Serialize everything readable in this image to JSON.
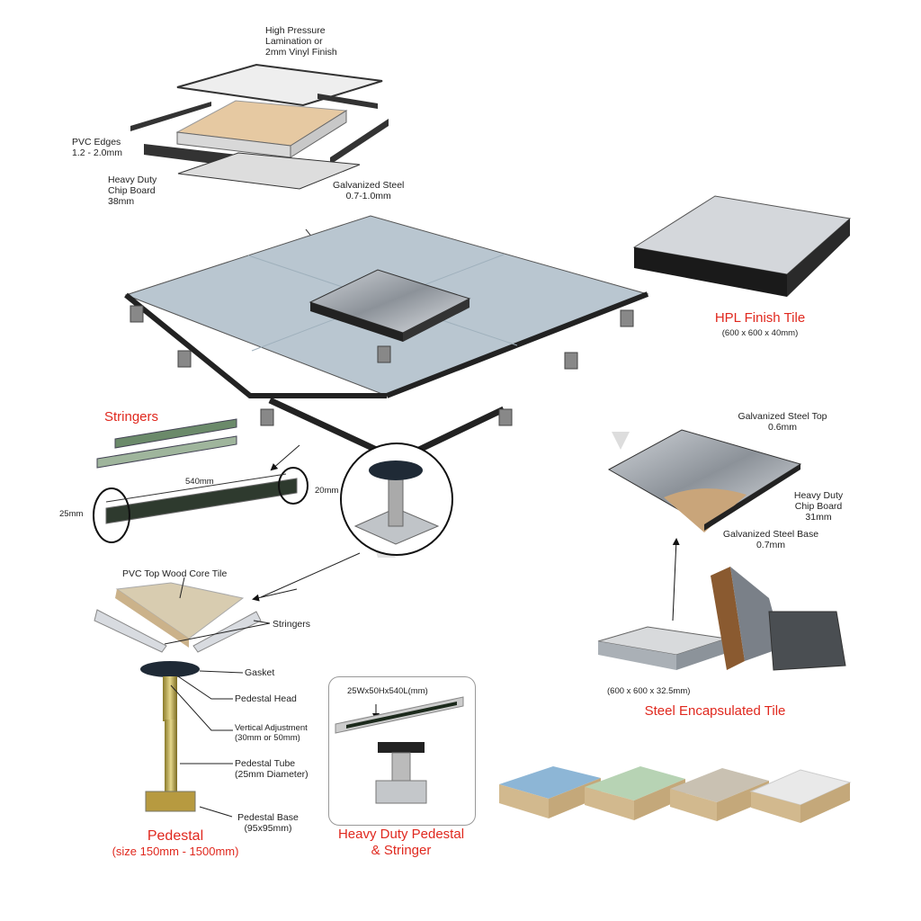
{
  "exploded_tile": {
    "hpl_layer": [
      "High Pressure",
      "Lamination or",
      "2mm Vinyl Finish"
    ],
    "pvc_edges": [
      "PVC Edges",
      "1.2 - 2.0mm"
    ],
    "chip_board": [
      "Heavy Duty",
      "Chip Board",
      "38mm"
    ],
    "galvanized_steel": [
      "Galvanized Steel",
      "0.7-1.0mm"
    ]
  },
  "hpl_tile": {
    "title": "HPL Finish Tile",
    "size": "(600 x 600 x 40mm)"
  },
  "stringers": {
    "title": "Stringers",
    "length": "540mm",
    "height_a": "25mm",
    "height_b": "20mm"
  },
  "steel_tile": {
    "top": [
      "Galvanized Steel Top",
      "0.6mm"
    ],
    "core": [
      "Heavy Duty",
      "Chip Board",
      "31mm"
    ],
    "base": [
      "Galvanized Steel Base",
      "0.7mm"
    ],
    "size": "(600 x 600 x 32.5mm)",
    "title": "Steel Encapsulated Tile"
  },
  "pedestal": {
    "tile": "PVC Top Wood Core Tile",
    "stringers": "Stringers",
    "gasket": "Gasket",
    "head": "Pedestal Head",
    "adjustment": [
      "Vertical Adjustment",
      "(30mm or 50mm)"
    ],
    "tube": [
      "Pedestal Tube",
      "(25mm Diameter)"
    ],
    "base": [
      "Pedestal Base",
      "(95x95mm)"
    ],
    "title": "Pedestal",
    "size": "(size 150mm - 1500mm)"
  },
  "heavy_duty": {
    "dimension": "25Wx50Hx540L(mm)",
    "title": [
      "Heavy Duty Pedestal",
      "& Stringer"
    ]
  },
  "colors": {
    "accent_red": "#e0281e",
    "tile_blue": "#8db6d6",
    "tile_green": "#b7d3b4",
    "tile_beige": "#c9c1b2",
    "tile_white": "#e9e9e9"
  }
}
